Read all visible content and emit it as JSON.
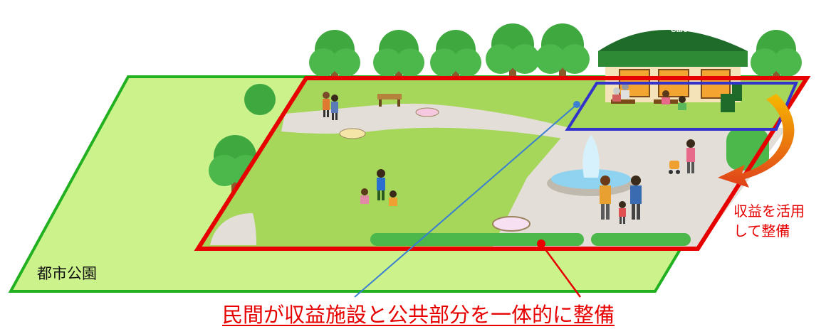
{
  "labels": {
    "park": "都市公園",
    "revenue_line1": "収益を活用",
    "revenue_line2": "して整備",
    "caption": "民間が収益施設と公共部分を一体的に整備"
  },
  "cafe": {
    "sign": "Cafe"
  },
  "colors": {
    "park_fill": "#ccf28c",
    "park_border": "#20b020",
    "project_area_border": "#e60000",
    "cafe_area_border": "#3333cc",
    "caption_text": "#e60000",
    "arrow": "#e06010"
  }
}
